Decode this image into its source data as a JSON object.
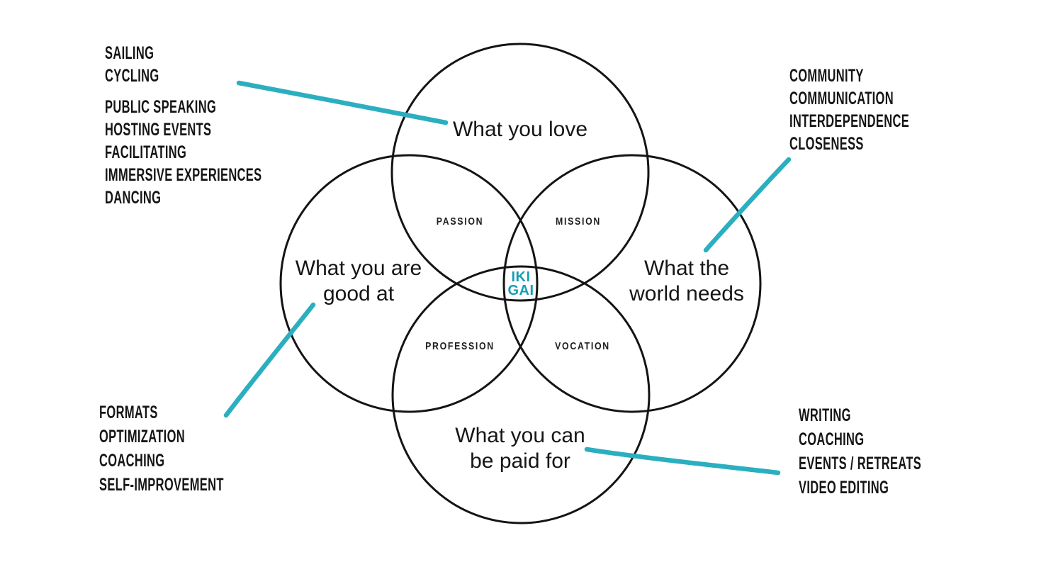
{
  "figure": {
    "name": "Ikigai Venn diagram",
    "center": {
      "line1": "IKI",
      "line2": "GAI"
    },
    "circles": {
      "top": {
        "lines": [
          "What you love"
        ]
      },
      "left": {
        "lines": [
          "What you are",
          "good at"
        ]
      },
      "right": {
        "lines": [
          "What the",
          "world needs"
        ]
      },
      "bottom": {
        "lines": [
          "What you can",
          "be paid for"
        ]
      }
    },
    "intersections": {
      "passion": "PASSION",
      "mission": "MISSION",
      "profession": "PROFESSION",
      "vocation": "VOCATION"
    }
  },
  "annotations": {
    "top_left": {
      "items": [
        "SAILING",
        "CYCLING",
        "PUBLIC SPEAKING",
        "HOSTING EVENTS",
        "FACILITATING",
        "IMMERSIVE EXPERIENCES",
        "DANCING"
      ]
    },
    "top_right": {
      "items": [
        "COMMUNITY",
        "COMMUNICATION",
        "INTERDEPENDENCE",
        "CLOSENESS"
      ]
    },
    "bottom_left": {
      "items": [
        "FORMATS",
        "OPTIMIZATION",
        "COACHING",
        "SELF-IMPROVEMENT"
      ]
    },
    "bottom_right": {
      "items": [
        "WRITING",
        "COACHING",
        "EVENTS / RETREATS",
        "VIDEO EDITING"
      ]
    }
  },
  "colors": {
    "accent_teal": "#2bafc0",
    "ikigai_teal": "#179fb4",
    "ink": "#141414",
    "background": "#ffffff"
  }
}
